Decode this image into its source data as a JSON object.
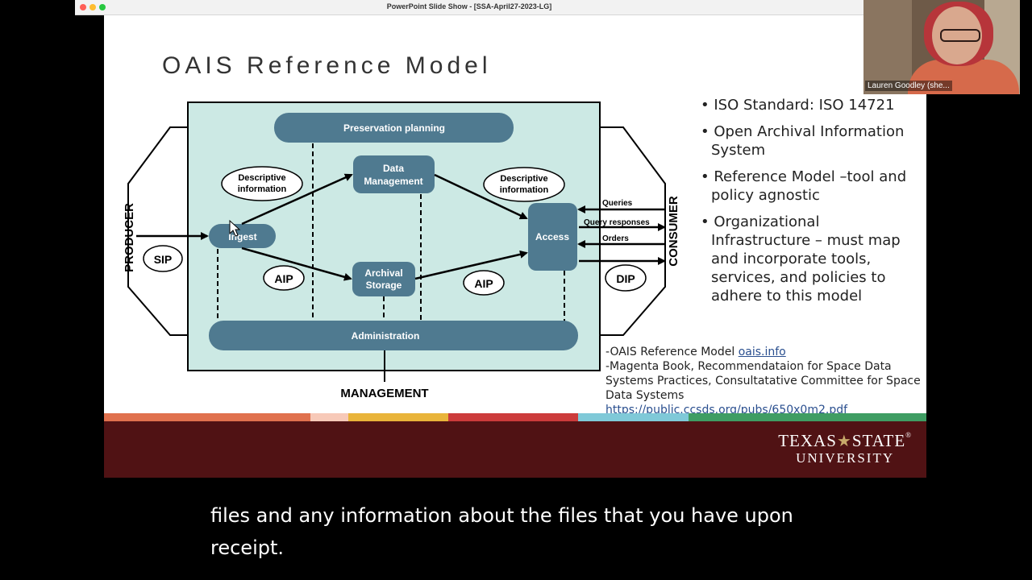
{
  "window": {
    "title": "PowerPoint Slide Show - [SSA-April27-2023-LG]"
  },
  "slide": {
    "title": "OAIS Reference Model",
    "diagram": {
      "preservation_planning": "Preservation planning",
      "producer": "PRODUCER",
      "consumer": "CONSUMER",
      "management": "MANAGEMENT",
      "administration": "Administration",
      "ingest": "Ingest",
      "data_management_1": "Data",
      "data_management_2": "Management",
      "archival_storage_1": "Archival",
      "archival_storage_2": "Storage",
      "access": "Access",
      "desc_info_left_1": "Descriptive",
      "desc_info_left_2": "information",
      "desc_info_right_1": "Descriptive",
      "desc_info_right_2": "information",
      "sip": "SIP",
      "aip_left": "AIP",
      "aip_right": "AIP",
      "dip": "DIP",
      "queries": "Queries",
      "query_responses": "Query responses",
      "orders": "Orders"
    },
    "bullets": [
      "ISO Standard: ISO 14721",
      "Open Archival Information System",
      "Reference Model –tool and policy agnostic",
      "Organizational Infrastructure – must map and incorporate tools, services, and policies to adhere to this model"
    ],
    "refs": {
      "line1_prefix": "-OAIS Reference Model ",
      "line1_link": "oais.info",
      "line2_text": "-Magenta Book, Recommendataion for Space Data Systems Practices, Consultatative Committee for Space Data Systems ",
      "line2_link": "https://public.ccsds.org/pubs/650x0m2.pdf"
    },
    "footer": {
      "logo_line1_a": "TEXAS",
      "logo_star": "★",
      "logo_line1_b": "STATE",
      "logo_registered": "®",
      "logo_line2": "UNIVERSITY"
    },
    "stripe_colors": [
      "#e0714e",
      "#f7c9b8",
      "#e9b43a",
      "#cc3b3b",
      "#7fc9d8",
      "#3f9d63"
    ]
  },
  "video": {
    "participant_name": "Lauren Goodley (she..."
  },
  "caption": {
    "line1": "files and any information about the files that you have upon",
    "line2": "receipt."
  },
  "colors": {
    "diagram_fill": "#cce9e4",
    "box_fill": "#4f7a90",
    "footer": "#501214"
  }
}
